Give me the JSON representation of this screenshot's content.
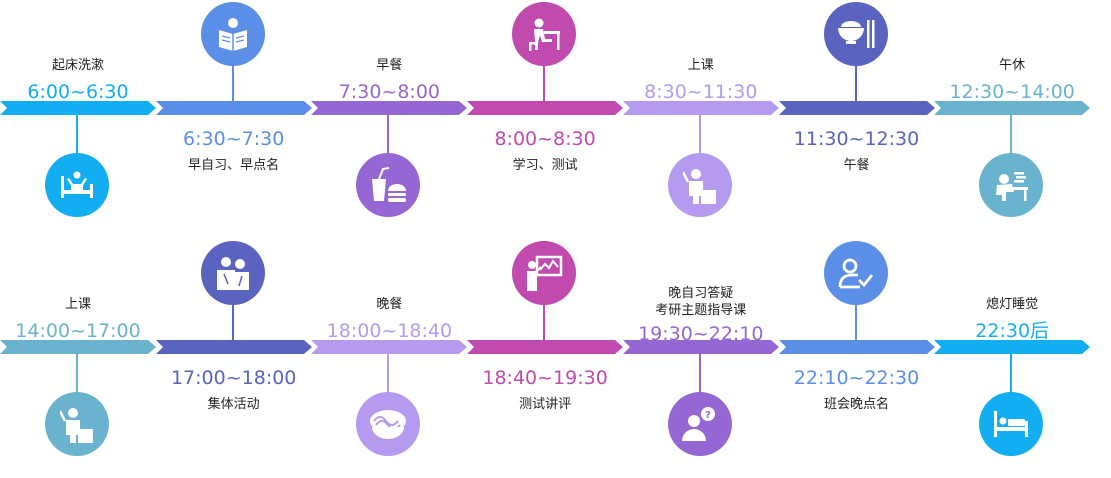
{
  "rows": [
    {
      "items": [
        {
          "label": "起床洗漱",
          "time": "6:00~6:30",
          "color": "#13aef2",
          "icon": "waking-up-icon",
          "pos": "top"
        },
        {
          "label": "早自习、早点名",
          "time": "6:30~7:30",
          "color": "#5b8fe7",
          "icon": "reading-icon",
          "pos": "bottom"
        },
        {
          "label": "早餐",
          "time": "7:30~8:00",
          "color": "#9567d4",
          "icon": "drink-burger-icon",
          "pos": "top"
        },
        {
          "label": "学习、测试",
          "time": "8:00~8:30",
          "color": "#c04aae",
          "icon": "study-desk-icon",
          "pos": "bottom"
        },
        {
          "label": "上课",
          "time": "8:30~11:30",
          "color": "#b49bef",
          "icon": "teacher-icon",
          "pos": "top"
        },
        {
          "label": "午餐",
          "time": "11:30~12:30",
          "color": "#5a63c0",
          "icon": "rice-bowl-icon",
          "pos": "bottom"
        },
        {
          "label": "午休",
          "time": "12:30~14:00",
          "color": "#6ab3cf",
          "icon": "nap-icon",
          "pos": "top"
        }
      ]
    },
    {
      "items": [
        {
          "label": "上课",
          "time": "14:00~17:00",
          "color": "#6ab3cf",
          "icon": "teacher-icon",
          "pos": "top"
        },
        {
          "label": "集体活动",
          "time": "17:00~18:00",
          "color": "#5a63c0",
          "icon": "group-activity-icon",
          "pos": "bottom"
        },
        {
          "label": "晚餐",
          "time": "18:00~18:40",
          "color": "#b49bef",
          "icon": "noodle-bowl-icon",
          "pos": "top"
        },
        {
          "label": "测试讲评",
          "time": "18:40~19:30",
          "color": "#c04aae",
          "icon": "presentation-icon",
          "pos": "bottom"
        },
        {
          "label": "晚自习答疑\n考研主题指导课",
          "time": "19:30~22:10",
          "color": "#9567d4",
          "icon": "question-person-icon",
          "pos": "top"
        },
        {
          "label": "班会晚点名",
          "time": "22:10~22:30",
          "color": "#5b8fe7",
          "icon": "roll-call-icon",
          "pos": "bottom"
        },
        {
          "label": "熄灯睡觉",
          "time": "22:30后",
          "color": "#13aef2",
          "icon": "bed-icon",
          "pos": "top"
        }
      ]
    }
  ]
}
